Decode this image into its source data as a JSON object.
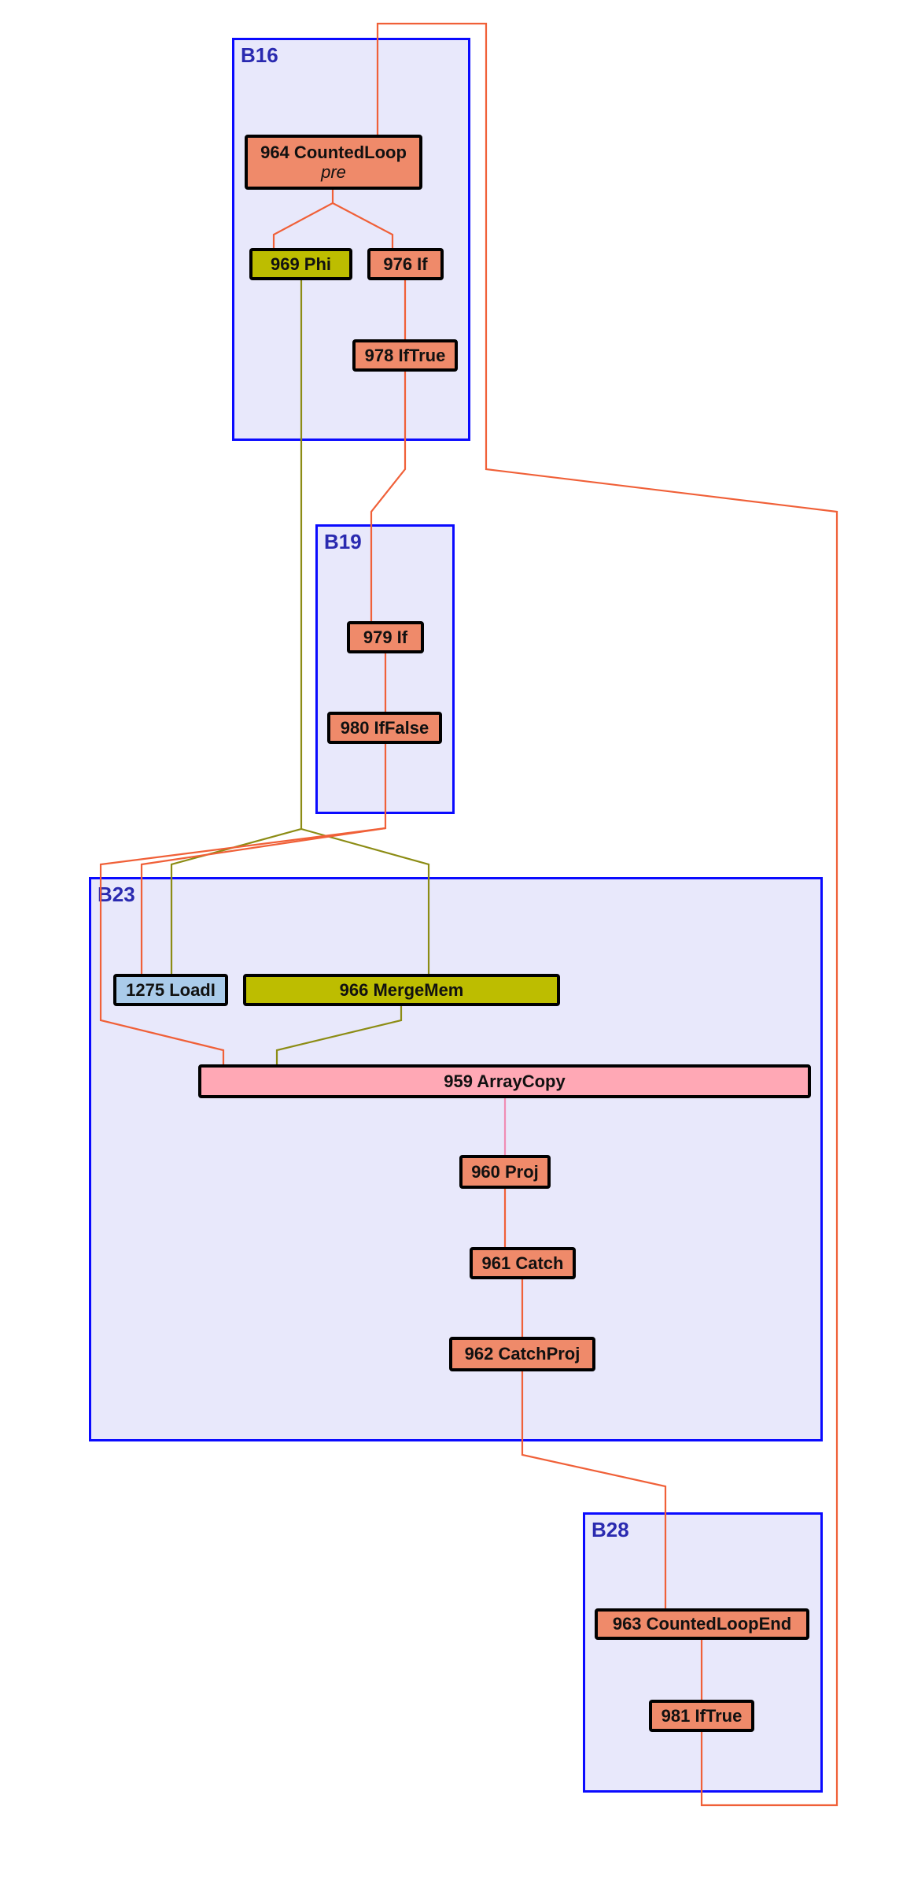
{
  "colors": {
    "block_fill": "#e8e8fb",
    "block_border": "#0a0aff",
    "block_label": "#2a2ab0",
    "control_node": "#ef8a6a",
    "memory_node": "#bdbd00",
    "load_node": "#aacbea",
    "call_node": "#ffa8b5",
    "control_edge": "#f06038",
    "memory_edge": "#8c8c14",
    "call_edge": "#f08cb4"
  },
  "blocks": [
    {
      "id": "B16",
      "label": "B16"
    },
    {
      "id": "B19",
      "label": "B19"
    },
    {
      "id": "B23",
      "label": "B23"
    },
    {
      "id": "B28",
      "label": "B28"
    }
  ],
  "nodes": {
    "n964": {
      "label": "964 CountedLoop",
      "sub": "pre",
      "kind": "control",
      "block": "B16"
    },
    "n969": {
      "label": "969 Phi",
      "kind": "memory",
      "block": "B16"
    },
    "n976": {
      "label": "976 If",
      "kind": "control",
      "block": "B16"
    },
    "n978": {
      "label": "978 IfTrue",
      "kind": "control",
      "block": "B16"
    },
    "n979": {
      "label": "979 If",
      "kind": "control",
      "block": "B19"
    },
    "n980": {
      "label": "980 IfFalse",
      "kind": "control",
      "block": "B19"
    },
    "n1275": {
      "label": "1275 LoadI",
      "kind": "load",
      "block": "B23"
    },
    "n966": {
      "label": "966 MergeMem",
      "kind": "memory",
      "block": "B23"
    },
    "n959": {
      "label": "959 ArrayCopy",
      "kind": "call",
      "block": "B23"
    },
    "n960": {
      "label": "960 Proj",
      "kind": "control",
      "block": "B23"
    },
    "n961": {
      "label": "961 Catch",
      "kind": "control",
      "block": "B23"
    },
    "n962": {
      "label": "962 CatchProj",
      "kind": "control",
      "block": "B23"
    },
    "n963": {
      "label": "963 CountedLoopEnd",
      "kind": "control",
      "block": "B28"
    },
    "n981": {
      "label": "981 IfTrue",
      "kind": "control",
      "block": "B28"
    }
  },
  "edges": [
    {
      "from": "964 CountedLoop",
      "to": "969 Phi",
      "kind": "control"
    },
    {
      "from": "964 CountedLoop",
      "to": "976 If",
      "kind": "control"
    },
    {
      "from": "976 If",
      "to": "978 IfTrue",
      "kind": "control"
    },
    {
      "from": "978 IfTrue",
      "to": "979 If",
      "kind": "control"
    },
    {
      "from": "979 If",
      "to": "980 IfFalse",
      "kind": "control"
    },
    {
      "from": "980 IfFalse",
      "to": "1275 LoadI",
      "kind": "control"
    },
    {
      "from": "980 IfFalse",
      "to": "959 ArrayCopy",
      "kind": "control"
    },
    {
      "from": "969 Phi",
      "to": "1275 LoadI",
      "kind": "memory"
    },
    {
      "from": "969 Phi",
      "to": "966 MergeMem",
      "kind": "memory"
    },
    {
      "from": "966 MergeMem",
      "to": "959 ArrayCopy",
      "kind": "memory"
    },
    {
      "from": "959 ArrayCopy",
      "to": "960 Proj",
      "kind": "call"
    },
    {
      "from": "960 Proj",
      "to": "961 Catch",
      "kind": "control"
    },
    {
      "from": "961 Catch",
      "to": "962 CatchProj",
      "kind": "control"
    },
    {
      "from": "962 CatchProj",
      "to": "963 CountedLoopEnd",
      "kind": "control"
    },
    {
      "from": "963 CountedLoopEnd",
      "to": "981 IfTrue",
      "kind": "control"
    },
    {
      "from": "981 IfTrue",
      "to": "964 CountedLoop",
      "kind": "control",
      "backedge": true
    }
  ]
}
